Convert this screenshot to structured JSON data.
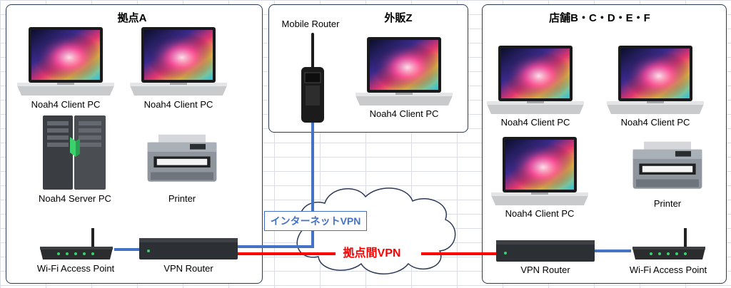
{
  "groups": {
    "site_a": {
      "title": "拠点A"
    },
    "sales_z": {
      "title": "外販Z"
    },
    "stores": {
      "title": "店舗B・C・D・E・F"
    }
  },
  "labels": {
    "client_pc": "Noah4 Client PC",
    "server_pc": "Noah4 Server PC",
    "printer": "Printer",
    "wifi_ap": "Wi-Fi Access Point",
    "vpn_router": "VPN Router",
    "mobile_router": "Mobile Router"
  },
  "network": {
    "internet_vpn": "インターネットVPN",
    "site_vpn": "拠点間VPN"
  },
  "colors": {
    "internet_link": "#4472c4",
    "vpn_link": "#ff0000",
    "group_border": "#2b3a57"
  }
}
